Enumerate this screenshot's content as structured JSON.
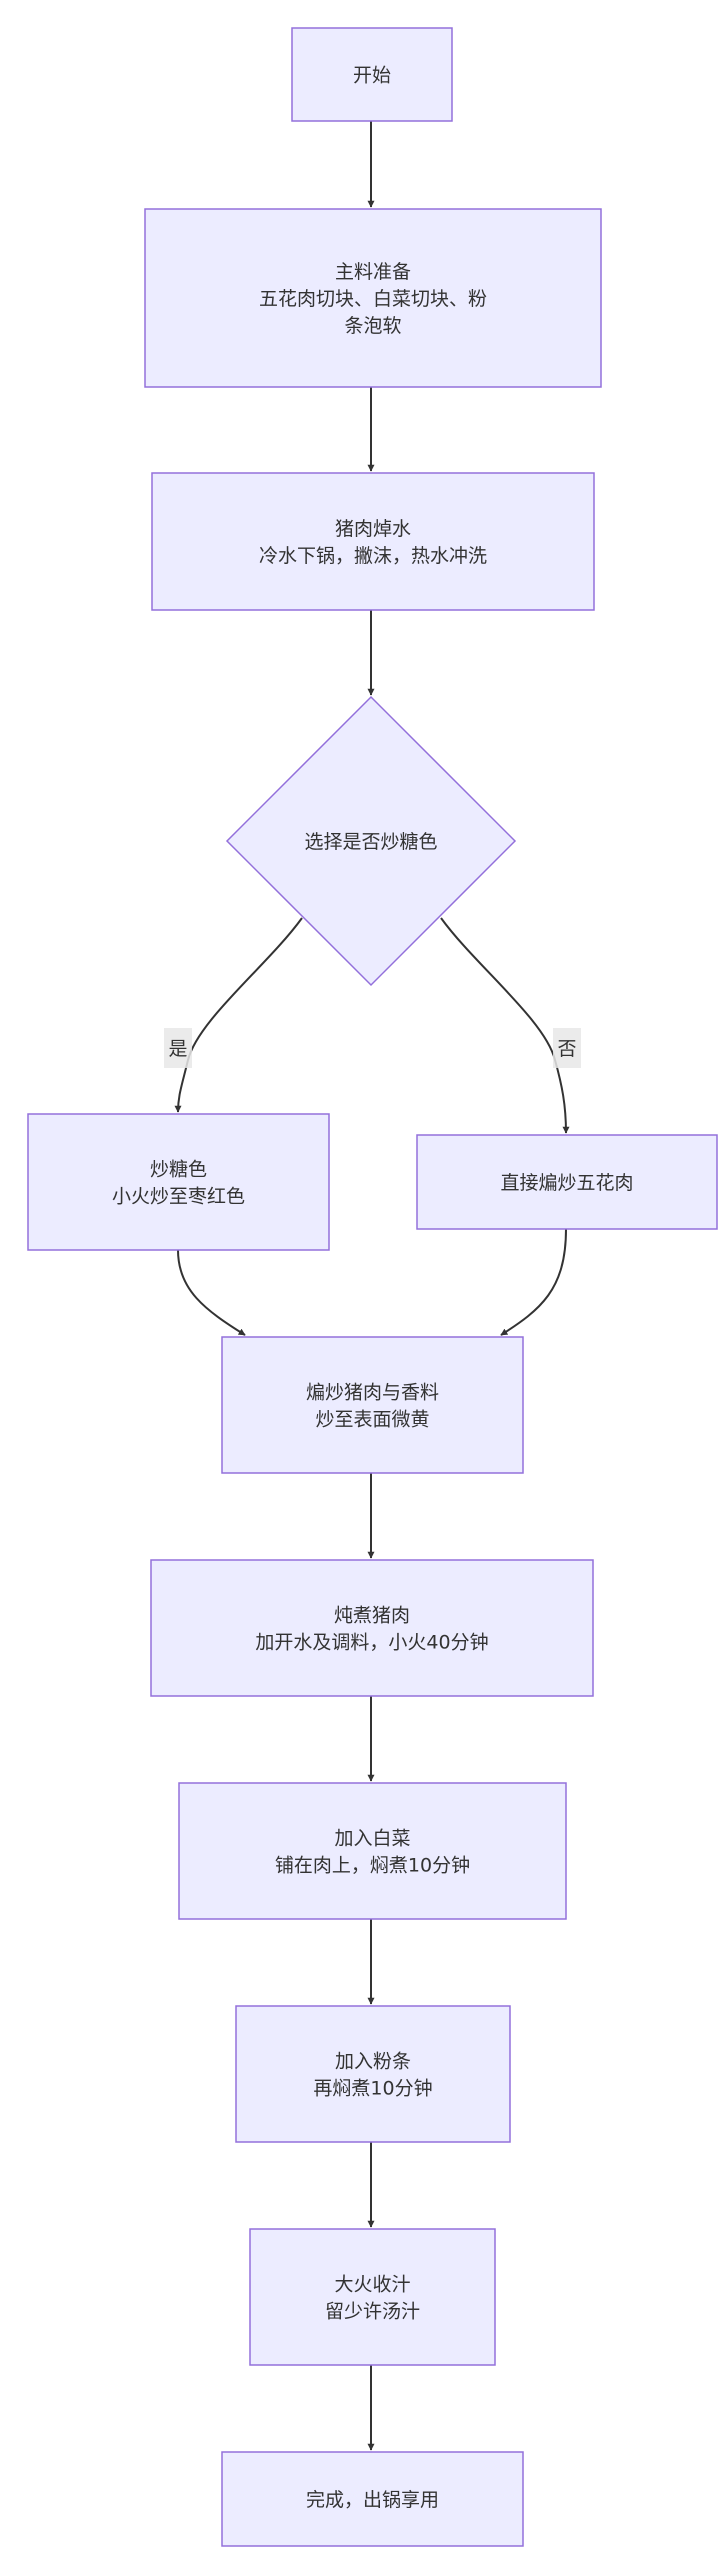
{
  "diagram": {
    "type": "flowchart",
    "direction": "top-down",
    "colors": {
      "node_fill": "#ECECFF",
      "node_stroke": "#9370DB",
      "edge": "#333333",
      "text": "#333333",
      "edge_label_bg": "#e8e8e8"
    },
    "nodes": {
      "start": {
        "shape": "rect",
        "lines": [
          "开始"
        ]
      },
      "prep": {
        "shape": "rect",
        "lines": [
          "主料准备",
          "五花肉切块、白菜切块、粉",
          "条泡软"
        ]
      },
      "blanch": {
        "shape": "rect",
        "lines": [
          "猪肉焯水",
          "冷水下锅，撇沫，热水冲洗"
        ]
      },
      "decision": {
        "shape": "diamond",
        "lines": [
          "选择是否炒糖色"
        ]
      },
      "sugar": {
        "shape": "rect",
        "lines": [
          "炒糖色",
          "小火炒至枣红色"
        ]
      },
      "direct": {
        "shape": "rect",
        "lines": [
          "直接煸炒五花肉"
        ]
      },
      "fry": {
        "shape": "rect",
        "lines": [
          "煸炒猪肉与香料",
          "炒至表面微黄"
        ]
      },
      "stew": {
        "shape": "rect",
        "lines": [
          "炖煮猪肉",
          "加开水及调料，小火40分钟"
        ]
      },
      "cabbage": {
        "shape": "rect",
        "lines": [
          "加入白菜",
          "铺在肉上，焖煮10分钟"
        ]
      },
      "noodles": {
        "shape": "rect",
        "lines": [
          "加入粉条",
          "再焖煮10分钟"
        ]
      },
      "reduce": {
        "shape": "rect",
        "lines": [
          "大火收汁",
          "留少许汤汁"
        ]
      },
      "done": {
        "shape": "rect",
        "lines": [
          "完成，出锅享用"
        ]
      }
    },
    "edges": [
      {
        "from": "start",
        "to": "prep",
        "label": ""
      },
      {
        "from": "prep",
        "to": "blanch",
        "label": ""
      },
      {
        "from": "blanch",
        "to": "decision",
        "label": ""
      },
      {
        "from": "decision",
        "to": "sugar",
        "label": "是"
      },
      {
        "from": "decision",
        "to": "direct",
        "label": "否"
      },
      {
        "from": "sugar",
        "to": "fry",
        "label": ""
      },
      {
        "from": "direct",
        "to": "fry",
        "label": ""
      },
      {
        "from": "fry",
        "to": "stew",
        "label": ""
      },
      {
        "from": "stew",
        "to": "cabbage",
        "label": ""
      },
      {
        "from": "cabbage",
        "to": "noodles",
        "label": ""
      },
      {
        "from": "noodles",
        "to": "reduce",
        "label": ""
      },
      {
        "from": "reduce",
        "to": "done",
        "label": ""
      }
    ]
  }
}
